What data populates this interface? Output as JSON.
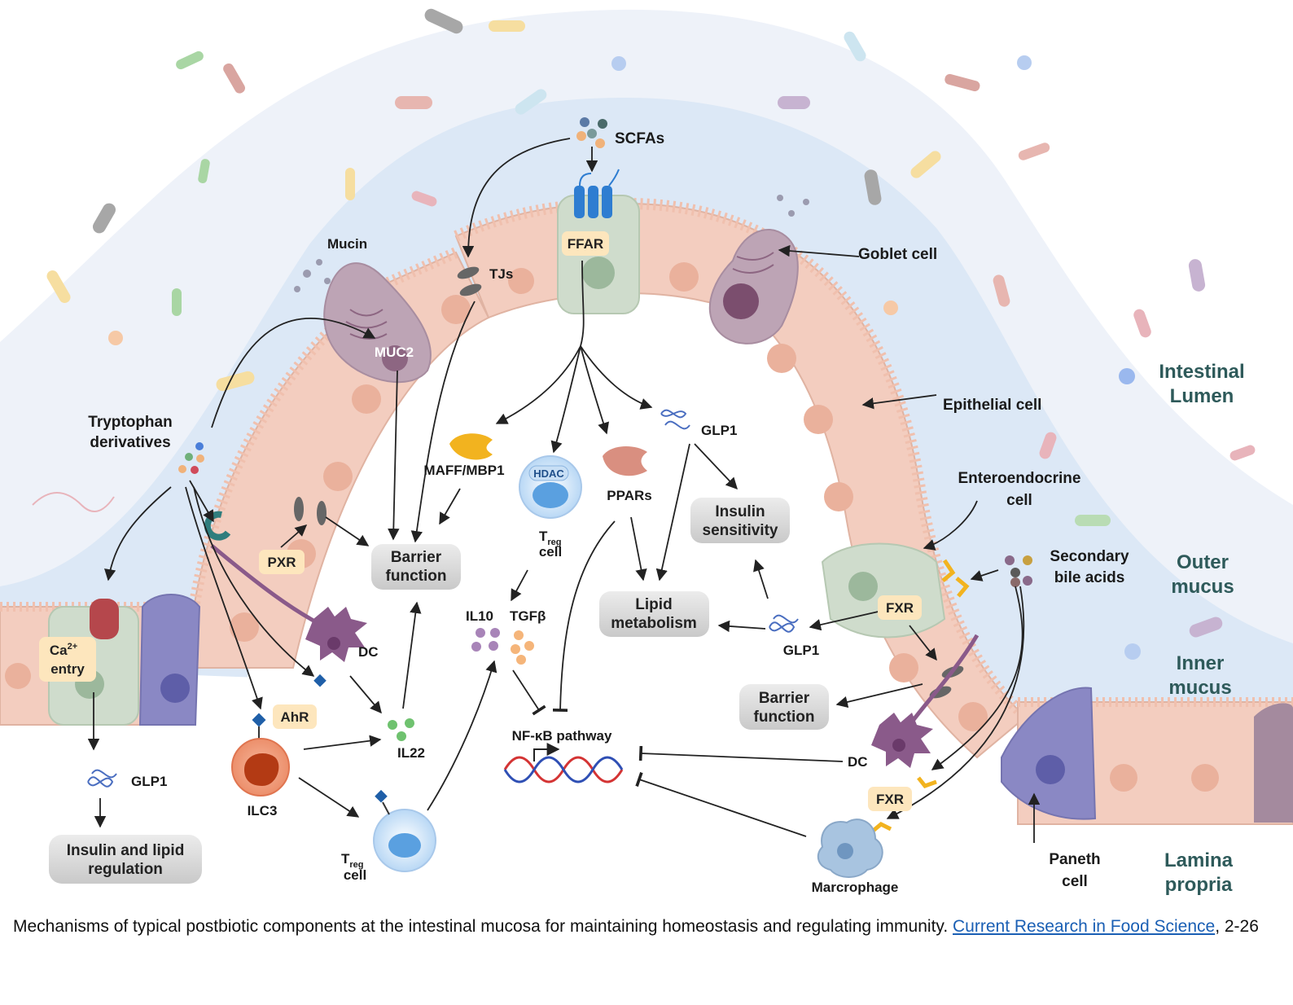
{
  "zones": {
    "lumen_line1": "Intestinal",
    "lumen_line2": "Lumen",
    "outer_line1": "Outer",
    "outer_line2": "mucus",
    "inner_line1": "Inner",
    "inner_line2": "mucus",
    "lamina_line1": "Lamina",
    "lamina_line2": "propria"
  },
  "cells": {
    "goblet": "Goblet cell",
    "epithelial": "Epithelial cell",
    "enteroendocrine_line1": "Enteroendocrine",
    "enteroendocrine_line2": "cell",
    "paneth_line1": "Paneth",
    "paneth_line2": "cell",
    "macrophage": "Marcrophage",
    "dc_left": "DC",
    "dc_right": "DC",
    "ilc3": "ILC3",
    "treg_mid_main": "T",
    "treg_mid_sub": "reg",
    "treg_mid_cell": "cell",
    "treg_low_main": "T",
    "treg_low_sub": "reg",
    "treg_low_cell": "cell"
  },
  "molecules": {
    "scfas": "SCFAs",
    "ffar": "FFAR",
    "tjs": "TJs",
    "mucin": "Mucin",
    "muc2": "MUC2",
    "tryptophan_line1": "Tryptophan",
    "tryptophan_line2": "derivatives",
    "pxr": "PXR",
    "ahr": "AhR",
    "il22": "IL22",
    "il10": "IL10",
    "tgfb": "TGFβ",
    "maff": "MAFF/MBP1",
    "hdac": "HDAC",
    "ppars": "PPARs",
    "glp1_top": "GLP1",
    "glp1_mid": "GLP1",
    "glp1_left": "GLP1",
    "ca_main": "Ca",
    "ca_sup": "2+",
    "ca_line2": "entry",
    "nfkb": "NF-κB pathway",
    "fxr_upper": "FXR",
    "fxr_lower": "FXR",
    "bile_line1": "Secondary",
    "bile_line2": "bile acids"
  },
  "outcomes": {
    "barrier_center_line1": "Barrier",
    "barrier_center_line2": "function",
    "barrier_right_line1": "Barrier",
    "barrier_right_line2": "function",
    "insulin_sens_line1": "Insulin",
    "insulin_sens_line2": "sensitivity",
    "lipid_line1": "Lipid",
    "lipid_line2": "metabolism",
    "insulin_lipid_line1": "Insulin and lipid",
    "insulin_lipid_line2": "regulation"
  },
  "caption": {
    "text": "Mechanisms of typical postbiotic components at the intestinal mucosa for maintaining homeostasis and regulating immunity. ",
    "link": "Current Research in Food Science",
    "suffix": ", 2-26"
  },
  "colors": {
    "lumen": "#edf1f9",
    "mucus": "#dde9f6",
    "epithelial": "#f3cdbf",
    "goblet": "#bda4b5",
    "enteroendocrine": "#cfdccc",
    "paneth": "#8a88c4",
    "tag": "#fde6bd",
    "outcome_box": "#d9d9d9"
  }
}
